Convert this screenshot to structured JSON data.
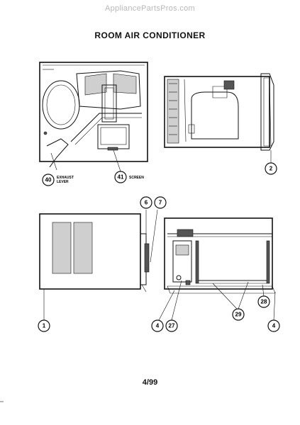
{
  "header": {
    "watermark": "AppliancePartsPros.com",
    "title": "ROOM AIR CONDITIONER"
  },
  "footer": {
    "page_number": "4/99"
  },
  "callouts": {
    "c40": "40",
    "c41": "41",
    "c2": "2",
    "c6": "6",
    "c7": "7",
    "c1": "1",
    "c4a": "4",
    "c27": "27",
    "c29": "29",
    "c28": "28",
    "c4b": "4"
  },
  "labels": {
    "exhaust_line1": "EXHAUST",
    "exhaust_line2": "LEVER",
    "screen": "SCREEN"
  }
}
